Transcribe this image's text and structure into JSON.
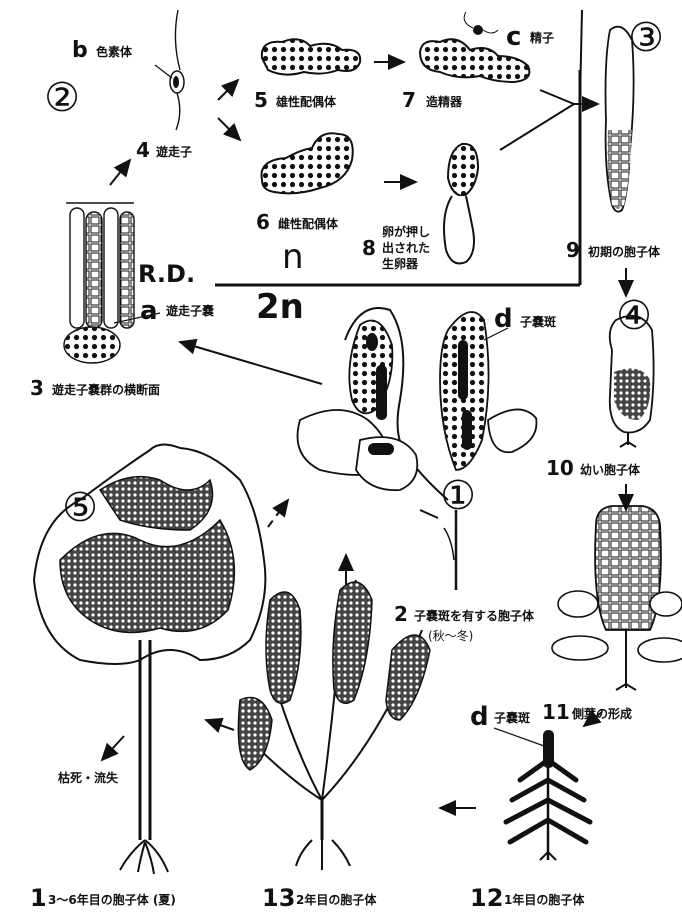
{
  "phases": {
    "haploid": "n",
    "diploid": "2n",
    "reduction_division": "R.D."
  },
  "circle_marks": [
    "①",
    "②",
    "③",
    "④",
    "⑤"
  ],
  "letters": {
    "a": "a",
    "b": "b",
    "c": "c",
    "d": "d"
  },
  "labels": {
    "b_chromatophore": "色素体",
    "zoospore": "遊走子",
    "c_sperm": "精子",
    "male_gametophyte": "雄性配偶体",
    "antheridium": "造精器",
    "female_gametophyte": "雌性配偶体",
    "egg_released": "卵が押し出された生卵器",
    "early_sporophyte": "初期の胞子体",
    "a_zoosporangium": "遊走子嚢",
    "d_sorus": "子嚢斑",
    "zoosporangia_section": "遊走子嚢群の横断面",
    "young_sporophyte": "幼い胞子体",
    "sporophyte_with_sorus": "子嚢斑を有する胞子体",
    "sporophyte_season": "(秋〜冬)",
    "lateral_leaf_formation": "側葉の形成",
    "death_outflow": "枯死・流失",
    "sporophyte_3_6": "3〜6年目の胞子体 (夏)",
    "sporophyte_2": "2年目の胞子体",
    "sporophyte_1": "1年目の胞子体"
  },
  "numbers": [
    "1",
    "2",
    "3",
    "4",
    "5",
    "6",
    "7",
    "8",
    "9",
    "10",
    "11",
    "12",
    "13"
  ]
}
